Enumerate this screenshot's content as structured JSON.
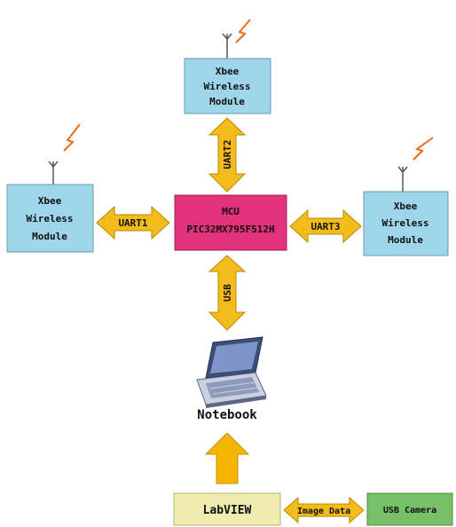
{
  "colors": {
    "xbee_fill": "#9fd5ea",
    "mcu_fill": "#e2327b",
    "arrow_fill": "#f3bb1c",
    "arrow_stroke": "#b98a00",
    "labview_fill": "#f0ecb0",
    "camera_fill": "#78c068",
    "spark": "#e86a1a"
  },
  "xbee_top": {
    "line1": "Xbee",
    "line2": "Wireless",
    "line3": "Module"
  },
  "xbee_left": {
    "line1": "Xbee",
    "line2": "Wireless",
    "line3": "Module"
  },
  "xbee_right": {
    "line1": "Xbee",
    "line2": "Wireless",
    "line3": "Module"
  },
  "mcu": {
    "line1": "MCU",
    "line2": "PIC32MX795F512H"
  },
  "links": {
    "uart1": "UART1",
    "uart2": "UART2",
    "uart3": "UART3",
    "usb": "USB",
    "image_data": "Image Data"
  },
  "notebook": {
    "label": "Notebook",
    "icon": "laptop-icon"
  },
  "labview": {
    "label": "LabVIEW"
  },
  "camera": {
    "label": "USB Camera"
  }
}
